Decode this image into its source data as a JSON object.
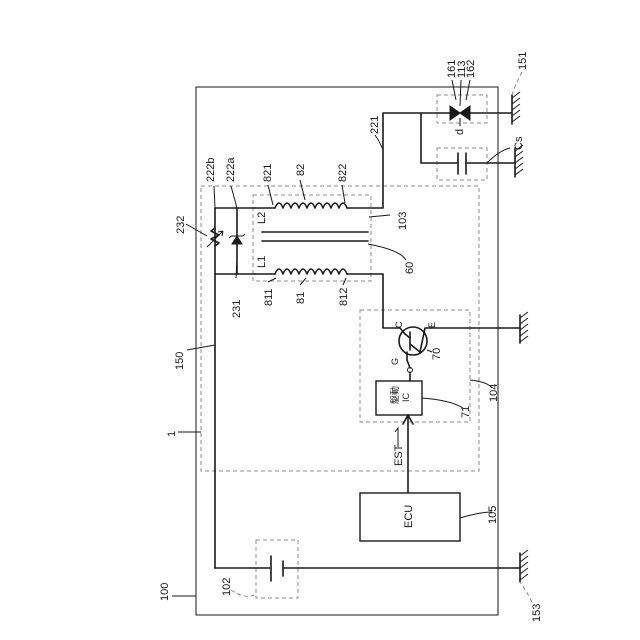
{
  "labels": {
    "ref_100": "100",
    "ref_1": "1",
    "ref_150": "150",
    "ref_102": "102",
    "ref_153": "153",
    "ref_151": "151",
    "ref_161": "161",
    "ref_113": "113",
    "ref_162": "162",
    "ref_d": "d",
    "ref_cs": "Cs",
    "ref_221": "221",
    "ref_222a": "222a",
    "ref_222b": "222b",
    "ref_232": "232",
    "ref_231": "231",
    "ref_821": "821",
    "ref_82": "82",
    "ref_822": "822",
    "ref_103": "103",
    "ref_L2": "L2",
    "ref_L1": "L1",
    "ref_811": "811",
    "ref_81": "81",
    "ref_812": "812",
    "ref_60": "60",
    "ref_C": "C",
    "ref_E": "E",
    "ref_G": "G",
    "ref_70": "70",
    "ref_104": "104",
    "ref_71": "71",
    "ref_drive_ic": "駆動",
    "ref_ic": "IC",
    "ref_est": "EST",
    "ref_ecu": "ECU",
    "ref_105": "105"
  },
  "colors": {
    "line": "#1a1a1a",
    "dashed_box": "#8c8c8c",
    "background": "#ffffff"
  }
}
